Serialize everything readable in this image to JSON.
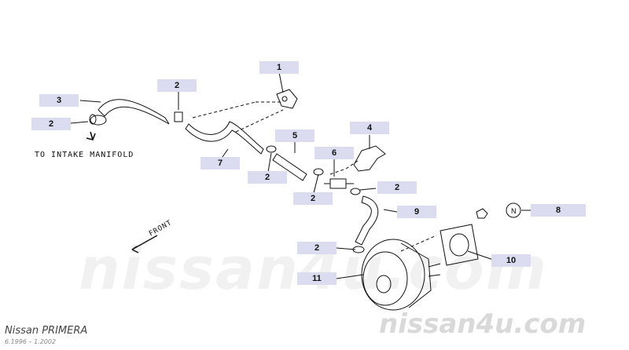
{
  "callouts": [
    {
      "label": "1"
    },
    {
      "label": "2"
    },
    {
      "label": "3"
    },
    {
      "label": "2"
    },
    {
      "label": "4"
    },
    {
      "label": "5"
    },
    {
      "label": "6"
    },
    {
      "label": "7"
    },
    {
      "label": "2"
    },
    {
      "label": "2"
    },
    {
      "label": "2"
    },
    {
      "label": "9"
    },
    {
      "label": "8"
    },
    {
      "label": "2"
    },
    {
      "label": "10"
    },
    {
      "label": "11"
    }
  ],
  "notes": {
    "intake": "TO INTAKE MANIFOLD",
    "front": "FRONT",
    "n_symbol": "N"
  },
  "watermark": {
    "big": "nissan4u.com",
    "small": "nissan4u.com"
  },
  "footer": {
    "model": "Nissan PRIMERA",
    "dates": "6.1996 – 1.2002"
  }
}
